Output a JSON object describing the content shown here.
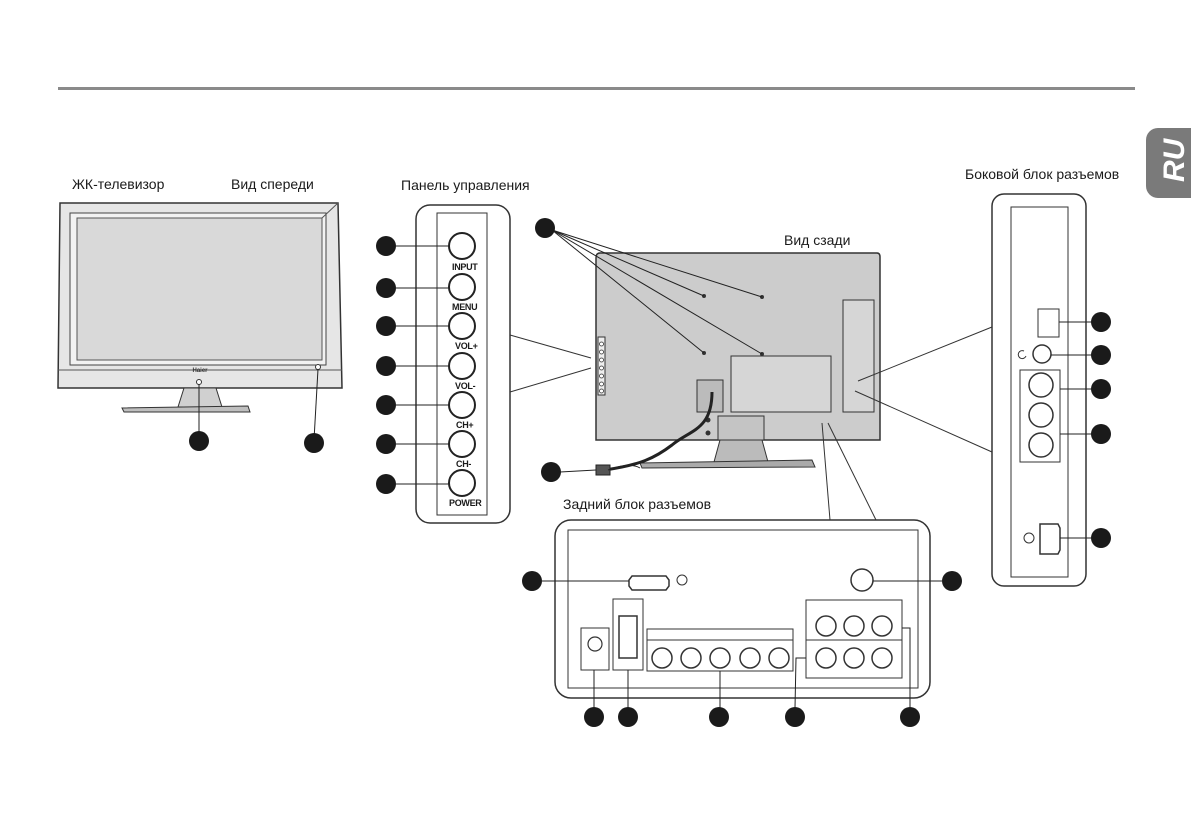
{
  "language_tab": "RU",
  "labels": {
    "lcd_tv": "ЖК-телевизор",
    "front_view": "Вид спереди",
    "control_panel": "Панель управления",
    "rear_view": "Вид сзади",
    "side_connectors": "Боковой блок разъемов",
    "rear_connectors": "Задний блок разъемов",
    "brand": "Haier"
  },
  "control_buttons": [
    "INPUT",
    "MENU",
    "VOL+",
    "VOL-",
    "CH+",
    "CH-",
    "POWER"
  ],
  "colors": {
    "rule": "#8a8a8a",
    "tab": "#7a7a7a",
    "screen": "#d9d9d9",
    "rear_body": "#cccccc",
    "callout": "#1a1a1a"
  }
}
